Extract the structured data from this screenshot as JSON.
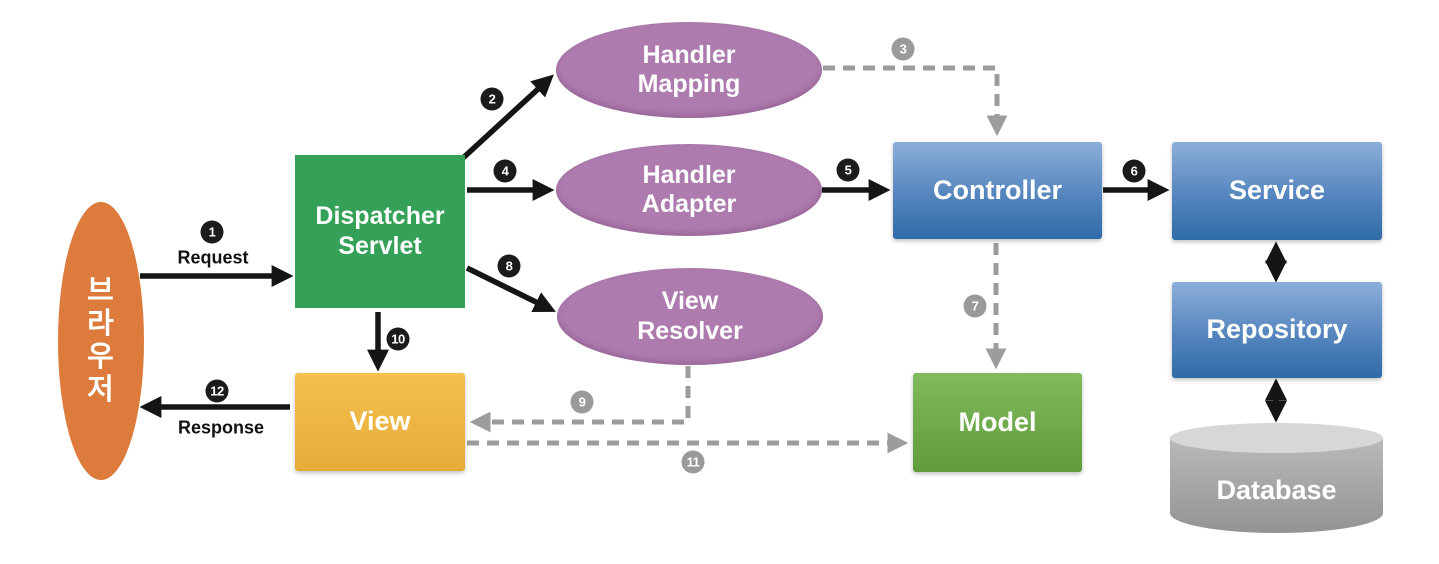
{
  "nodes": {
    "browser": {
      "label": "브\n라\n우\n저",
      "shape": "ellipse",
      "color": "#DC7B3C"
    },
    "dispatcher_servlet": {
      "label": "Dispatcher\nServlet",
      "shape": "rect",
      "color": "#35A057"
    },
    "handler_mapping": {
      "label": "Handler\nMapping",
      "shape": "ellipse",
      "color": "#AD7BAD"
    },
    "handler_adapter": {
      "label": "Handler\nAdapter",
      "shape": "ellipse",
      "color": "#AD7BAD"
    },
    "view_resolver": {
      "label": "View\nResolver",
      "shape": "ellipse",
      "color": "#AD7BAD"
    },
    "controller": {
      "label": "Controller",
      "shape": "rect",
      "color_top": "#8CAFD9",
      "color_bottom": "#2F6BA8"
    },
    "service": {
      "label": "Service",
      "shape": "rect",
      "color_top": "#8CAFD9",
      "color_bottom": "#2F6BA8"
    },
    "repository": {
      "label": "Repository",
      "shape": "rect",
      "color_top": "#8CAFD9",
      "color_bottom": "#2F6BA8"
    },
    "database": {
      "label": "Database",
      "shape": "cylinder",
      "color": "#9A9A9A"
    },
    "model": {
      "label": "Model",
      "shape": "rect",
      "color_top": "#82B95E",
      "color_bottom": "#5F9C3A"
    },
    "view": {
      "label": "View",
      "shape": "rect",
      "color_top": "#F3C14D",
      "color_bottom": "#E7AB3A"
    }
  },
  "edges": {
    "request": {
      "step": "1",
      "label": "Request",
      "from": "browser",
      "to": "dispatcher_servlet",
      "style": "solid"
    },
    "to_handler_mapping": {
      "step": "2",
      "from": "dispatcher_servlet",
      "to": "handler_mapping",
      "style": "solid"
    },
    "mapping_to_controller": {
      "step": "3",
      "from": "handler_mapping",
      "to": "controller",
      "style": "dashed"
    },
    "to_handler_adapter": {
      "step": "4",
      "from": "dispatcher_servlet",
      "to": "handler_adapter",
      "style": "solid"
    },
    "adapter_to_controller": {
      "step": "5",
      "from": "handler_adapter",
      "to": "controller",
      "style": "solid"
    },
    "controller_to_service": {
      "step": "6",
      "from": "controller",
      "to": "service",
      "style": "solid"
    },
    "controller_to_model": {
      "step": "7",
      "from": "controller",
      "to": "model",
      "style": "dashed"
    },
    "to_view_resolver": {
      "step": "8",
      "from": "dispatcher_servlet",
      "to": "view_resolver",
      "style": "solid"
    },
    "resolver_to_view": {
      "step": "9",
      "from": "view_resolver",
      "to": "view",
      "style": "dashed"
    },
    "dispatcher_to_view": {
      "step": "10",
      "from": "dispatcher_servlet",
      "to": "view",
      "style": "solid"
    },
    "view_to_model": {
      "step": "11",
      "from": "view",
      "to": "model",
      "style": "dashed"
    },
    "response": {
      "step": "12",
      "label": "Response",
      "from": "view",
      "to": "browser",
      "style": "solid"
    },
    "service_repository": {
      "style": "solid_double",
      "from": "service",
      "to": "repository"
    },
    "repository_database": {
      "style": "solid_double",
      "from": "repository",
      "to": "database"
    }
  },
  "colors": {
    "solid_arrow": "#151515",
    "dashed_arrow": "#9C9C9C",
    "badge_solid": "#1B1B1B",
    "badge_dashed": "#9A9A9A",
    "background": "#FFFFFF"
  }
}
